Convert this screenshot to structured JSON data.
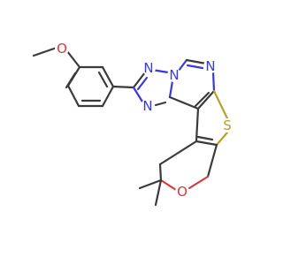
{
  "atom_labels": {
    "o_methoxy": "O",
    "n1": "N",
    "n2": "N",
    "n3": "N",
    "n4": "N",
    "s": "S",
    "o_pyran": "O"
  },
  "colors": {
    "carbon_bond": "#3a3a3a",
    "nitrogen": "#3a3ad6",
    "oxygen": "#d63a3a",
    "sulfur": "#b8a02a",
    "background": "#ffffff"
  }
}
